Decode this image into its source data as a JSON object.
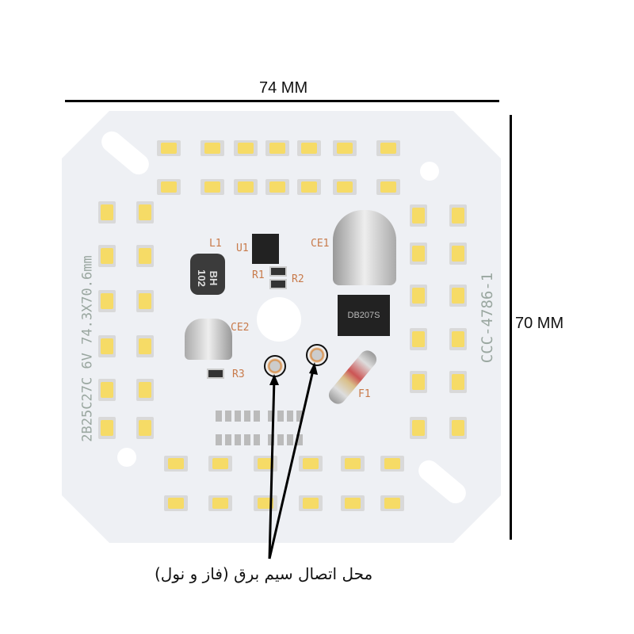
{
  "dimensions": {
    "width_label": "74 MM",
    "height_label": "70 MM"
  },
  "annotation": {
    "label": "محل اتصال سیم برق (فاز و نول)"
  },
  "board": {
    "silk_left": "2B25C27C 6V 74.3X70.6mm",
    "silk_right": "CCC-4786-1",
    "refs": {
      "l1": "L1",
      "u1": "U1",
      "ce1": "CE1",
      "ce2": "CE2",
      "r1": "R1",
      "r2": "R2",
      "r3": "R3",
      "f1": "F1"
    },
    "inductor_marking": "BH 102",
    "bridge_marking": "DB207S"
  },
  "colors": {
    "led": "#f6db66",
    "board": "#eef0f4",
    "silk": "#c87a4a"
  }
}
